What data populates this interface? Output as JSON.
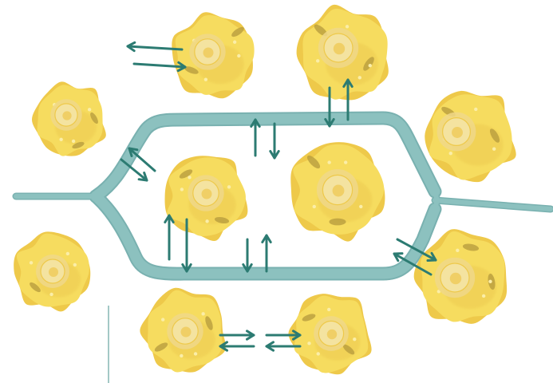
{
  "colors": {
    "background": "#ffffff",
    "vessel": "#8cc1bf",
    "vessel_edge": "#79b1b0",
    "arrow": "#2c7b72",
    "cell_body": "#f6dc5f",
    "cell_body_edge": "#eec94a",
    "cell_shade": "#e8c24a",
    "nucleus_halo": "#f0d888",
    "nucleus": "#f4e3a0",
    "nucleolus": "#efc958",
    "organelle": "#b49a3c",
    "granule": "#fbeea8",
    "divider": "#8cbab8"
  },
  "icons": {
    "cell": "cell-icon",
    "arrow": "exchange-arrow-icon"
  },
  "cells": [
    {
      "id": "top-center-left"
    },
    {
      "id": "top-right"
    },
    {
      "id": "left"
    },
    {
      "id": "far-right"
    },
    {
      "id": "center-left"
    },
    {
      "id": "center-right"
    },
    {
      "id": "bottom-far-left"
    },
    {
      "id": "lower-right"
    },
    {
      "id": "bottom-left"
    },
    {
      "id": "bottom-center"
    }
  ]
}
